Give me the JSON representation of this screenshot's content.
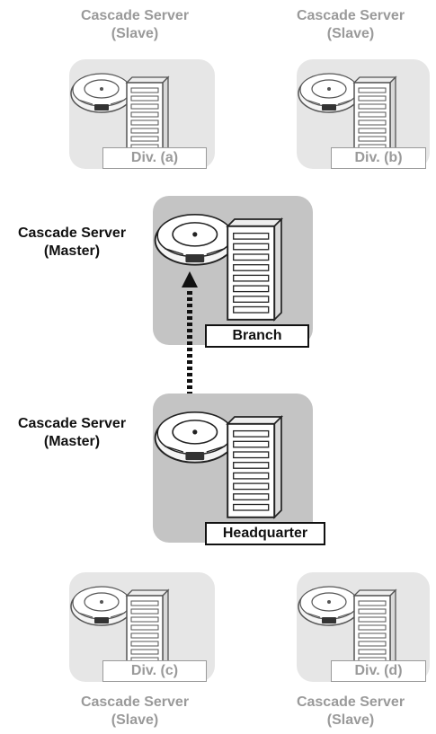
{
  "nodes": {
    "div_a": {
      "title": "Cascade Server",
      "role": "(Slave)",
      "label": "Div. (a)"
    },
    "div_b": {
      "title": "Cascade Server",
      "role": "(Slave)",
      "label": "Div. (b)"
    },
    "branch": {
      "title": "Cascade Server",
      "role": "(Master)",
      "label": "Branch"
    },
    "headquarter": {
      "title": "Cascade Server",
      "role": "(Master)",
      "label": "Headquarter"
    },
    "div_c": {
      "title": "Cascade Server",
      "role": "(Slave)",
      "label": "Div. (c)"
    },
    "div_d": {
      "title": "Cascade Server",
      "role": "(Slave)",
      "label": "Div. (d)"
    }
  },
  "colors": {
    "slave_text": "#9a9a9a",
    "master_text": "#111111",
    "slave_tile": "#e6e6e6",
    "master_tile": "#c4c4c4"
  },
  "icons": [
    "conference-phone-icon",
    "server-rack-icon",
    "arrow-up-icon"
  ]
}
